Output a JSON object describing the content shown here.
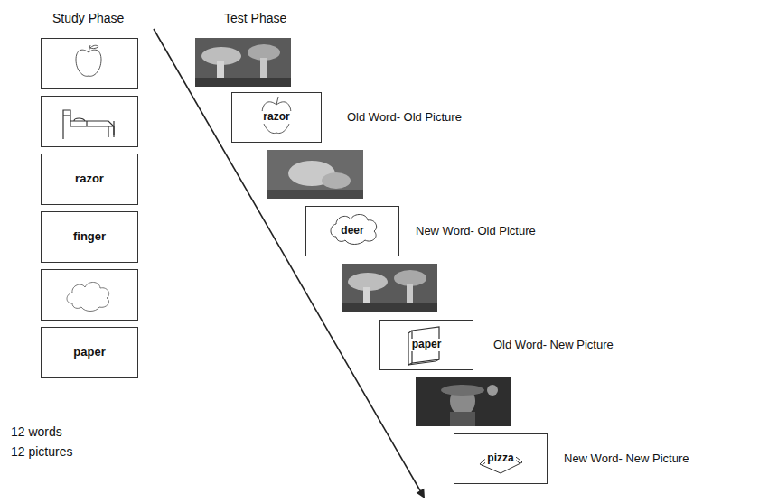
{
  "diagram": {
    "nodes": [
      {
        "text": [
          "razor"
        ]
      },
      {
        "text": [
          "finger"
        ]
      },
      {
        "text": [
          "paper"
        ]
      },
      {
        "text": [
          "razor"
        ]
      },
      {
        "text": [
          "deer"
        ]
      },
      {
        "text": [
          "paper"
        ]
      },
      {
        "text": [
          "pizza"
        ]
      }
    ],
    "labels": [
      "Study Phase",
      "Test Phase",
      "Old Word- Old Picture",
      "New Word- Old Picture",
      "Old Word- New Picture",
      "New Word- New Picture",
      "12 words",
      "12 pictures"
    ]
  }
}
